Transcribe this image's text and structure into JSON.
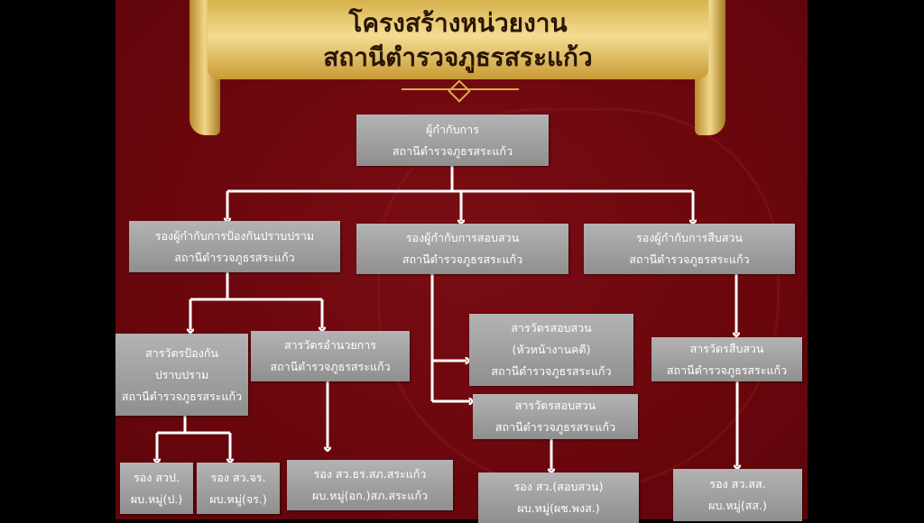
{
  "title": {
    "line1": "โครงสร้างหน่วยงาน",
    "line2": "สถานีตำรวจภูธรสระแก้ว"
  },
  "nodes": {
    "chief": [
      "ผู้กำกับการ",
      "สถานีตำรวจภูธรสระแก้ว"
    ],
    "deputy_prevent": [
      "รองผู้กำกับการป้องกันปราบปราม",
      "สถานีตำรวจภูธรสระแก้ว"
    ],
    "deputy_inquiry": [
      "รองผู้กำกับการสอบสวน",
      "สถานีตำรวจภูธรสระแก้ว"
    ],
    "deputy_invest": [
      "รองผู้กำกับการสืบสวน",
      "สถานีตำรวจภูธรสระแก้ว"
    ],
    "insp_prevent": [
      "สารวัตรป้องกัน",
      "ปราบปราม",
      "สถานีตำรวจภูธรสระแก้ว"
    ],
    "insp_admin": [
      "สารวัตรอำนวยการ",
      "สถานีตำรวจภูธรสระแก้ว"
    ],
    "insp_inquiry_head": [
      "สารวัตรสอบสวน",
      "(หัวหน้างานคดี)",
      "สถานีตำรวจภูธรสระแก้ว"
    ],
    "insp_inquiry": [
      "สารวัตรสอบสวน",
      "สถานีตำรวจภูธรสระแก้ว"
    ],
    "insp_invest": [
      "สารวัตรสืบสวน",
      "สถานีตำรวจภูธรสระแก้ว"
    ],
    "sub_p": [
      "รอง สวป.",
      "ผบ.หมู่(ป.)"
    ],
    "sub_jr": [
      "รอง สว.จร.",
      "ผบ.หมู่(จร.)"
    ],
    "sub_admin": [
      "รอง สว.ธร.สภ.สระแก้ว",
      "ผบ.หมู่(อก.)สภ.สระแก้ว"
    ],
    "sub_inquiry": [
      "รอง สว.(สอบสวน)",
      "ผบ.หมู่(ผช.พงส.)"
    ],
    "sub_invest": [
      "รอง สว.สส.",
      "ผบ.หมู่(สส.)"
    ]
  }
}
